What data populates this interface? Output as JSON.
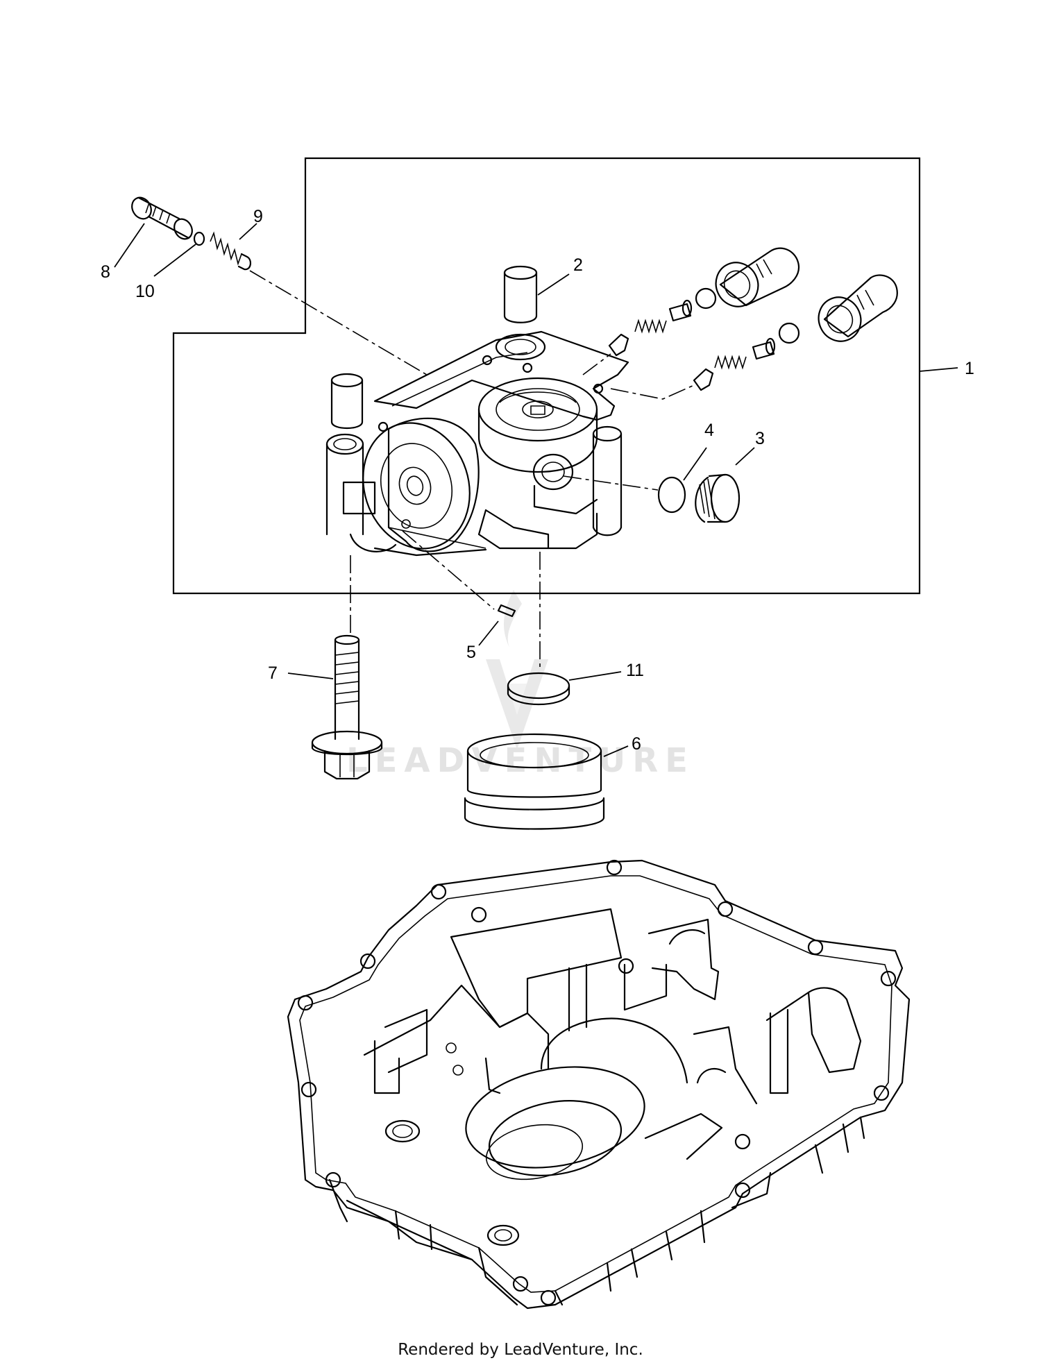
{
  "diagram": {
    "callouts": [
      {
        "id": "1",
        "label": "1"
      },
      {
        "id": "2",
        "label": "2"
      },
      {
        "id": "3",
        "label": "3"
      },
      {
        "id": "4",
        "label": "4"
      },
      {
        "id": "5",
        "label": "5"
      },
      {
        "id": "6",
        "label": "6"
      },
      {
        "id": "7",
        "label": "7"
      },
      {
        "id": "8",
        "label": "8"
      },
      {
        "id": "9",
        "label": "9"
      },
      {
        "id": "10",
        "label": "10"
      },
      {
        "id": "11",
        "label": "11"
      }
    ],
    "watermark_icon": "leadventure-flame-logo",
    "watermark_text": "LEADVENTURE"
  },
  "footer": {
    "text": "Rendered by LeadVenture, Inc."
  }
}
